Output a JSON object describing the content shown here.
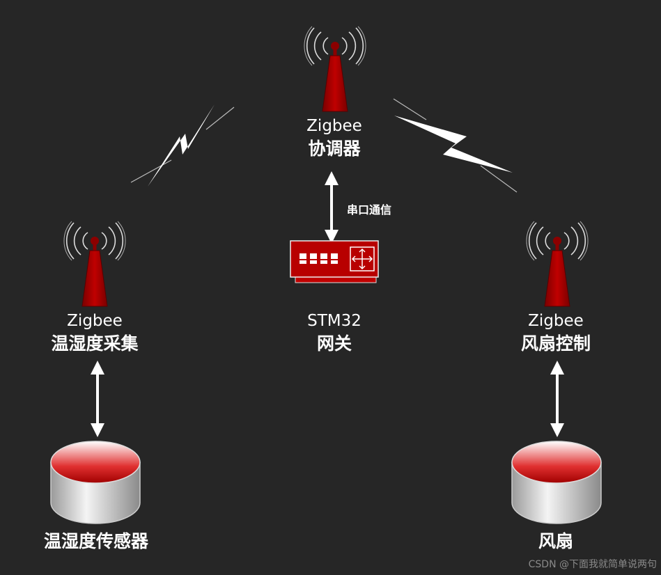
{
  "nodes": {
    "coordinator": {
      "title": "Zigbee",
      "subtitle": "协调器"
    },
    "sensor_node": {
      "title": "Zigbee",
      "subtitle": "温湿度采集"
    },
    "gateway": {
      "title": "STM32",
      "subtitle": "网关"
    },
    "fan_node": {
      "title": "Zigbee",
      "subtitle": "风扇控制"
    },
    "sensor_device": {
      "label": "温湿度传感器"
    },
    "fan_device": {
      "label": "风扇"
    }
  },
  "links": {
    "serial": "串口通信"
  },
  "watermark": "CSDN @下面我就简单说两句",
  "colors": {
    "background": "#262626",
    "accent": "#b80000",
    "text": "#ffffff"
  }
}
